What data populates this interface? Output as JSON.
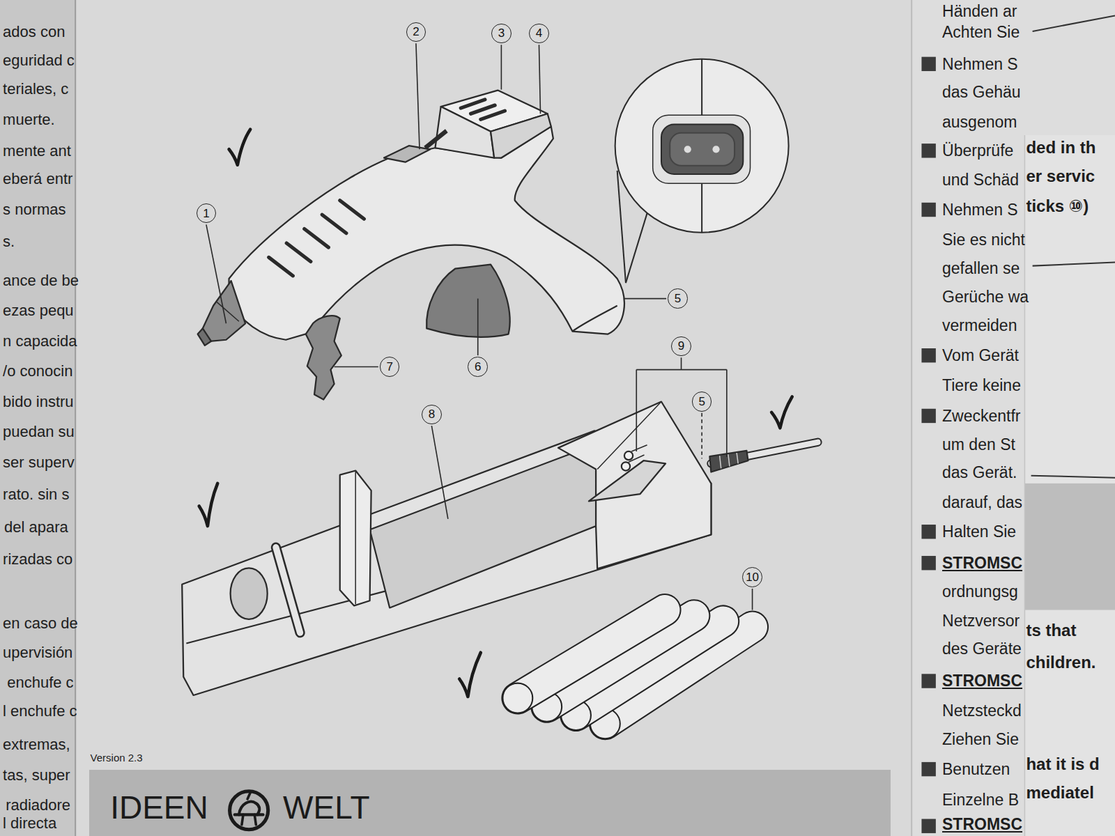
{
  "diagram": {
    "nodes": [
      {
        "text": [
          "2"
        ]
      },
      {
        "text": [
          "3"
        ]
      },
      {
        "text": [
          "4"
        ]
      },
      {
        "text": [
          "1"
        ]
      },
      {
        "text": [
          "5"
        ]
      },
      {
        "text": [
          "9"
        ]
      },
      {
        "text": [
          "7"
        ]
      },
      {
        "text": [
          "6"
        ]
      },
      {
        "text": [
          "5"
        ]
      },
      {
        "text": [
          "8"
        ]
      },
      {
        "text": [
          "10"
        ]
      },
      {
        "text": [
          "IDEEN",
          "WELT"
        ]
      }
    ],
    "labels": [
      "ados con",
      "eguridad c",
      "teriales, c",
      "muerte.",
      "mente ant",
      "eberá entr",
      "s normas",
      "s.",
      "ance de be",
      "ezas pequ",
      "n capacida",
      "/o conocin",
      "bido instru",
      "puedan su",
      "ser superv",
      "rato. sin s",
      "del apara",
      "rizadas co",
      "en caso de",
      "upervisión",
      "enchufe c",
      "l enchufe c",
      "extremas,",
      "tas, super",
      "radiadore",
      "l directa",
      "Version 2.3",
      "Händen ar",
      "Achten Sie",
      "Nehmen S",
      "das Gehäu",
      "ausgenom",
      "Überprüfe",
      "ded in th",
      "und Schäd",
      "er servic",
      "Nehmen S",
      "ticks ⑩)",
      "Sie es nicht",
      "gefallen se",
      "Gerüche wa",
      "vermeiden",
      "Vom Gerät",
      "Tiere keine",
      "Zweckentfr",
      "um den St",
      "das Gerät.",
      "darauf, das",
      "Halten Sie",
      "STROMSC",
      "ordnungsg",
      "Netzversor",
      "ts that",
      "des Geräte",
      "children.",
      "STROMSC",
      "Netzsteckd",
      "Ziehen Sie",
      "Benutzen",
      "hat it is d",
      "Einzelne B",
      "mediatel",
      "STROMSC"
    ]
  }
}
